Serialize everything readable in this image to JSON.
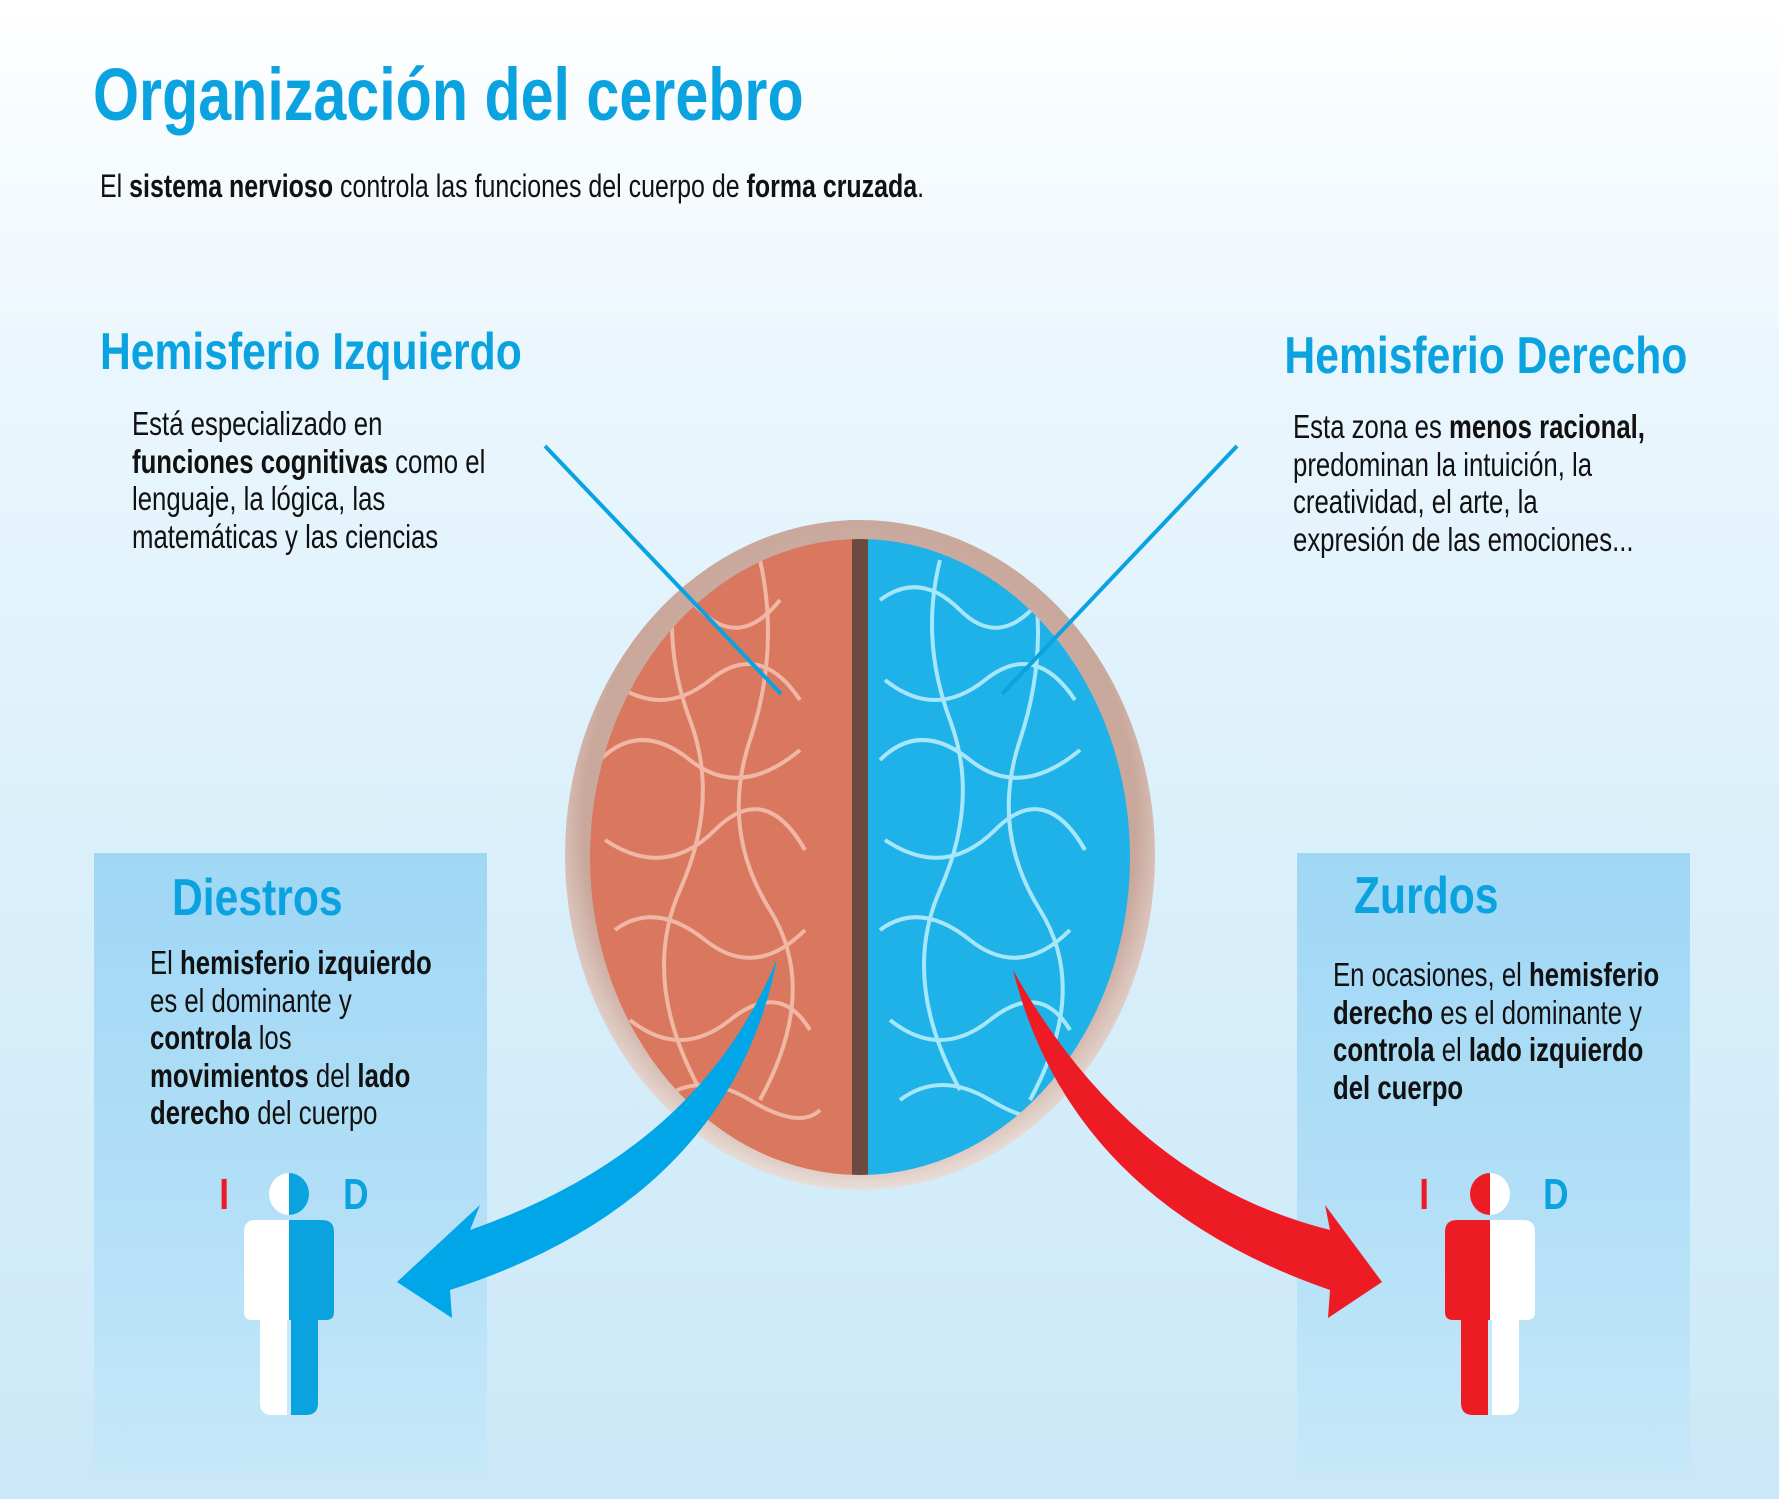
{
  "title": "Organización del cerebro",
  "subtitle": [
    [
      "El ",
      0
    ],
    [
      "sistema nervioso",
      1
    ],
    [
      " controla las funciones del cuerpo de ",
      0
    ],
    [
      "forma cruzada",
      1
    ],
    [
      ".",
      0
    ]
  ],
  "left_hemisphere": {
    "heading": "Hemisferio Izquierdo",
    "text": [
      [
        [
          "Está especializado en",
          0
        ]
      ],
      [
        [
          "funciones cognitivas",
          1
        ],
        [
          " como el",
          0
        ]
      ],
      [
        [
          "lenguaje, la lógica, las",
          0
        ]
      ],
      [
        [
          "matemáticas y las ciencias",
          0
        ]
      ]
    ]
  },
  "right_hemisphere": {
    "heading": "Hemisferio Derecho",
    "text": [
      [
        [
          "Esta zona es ",
          0
        ],
        [
          "menos racional,",
          1
        ]
      ],
      [
        [
          "predominan la intuición, la",
          0
        ]
      ],
      [
        [
          "creatividad, el arte, la",
          0
        ]
      ],
      [
        [
          "expresión de las emociones...",
          0
        ]
      ]
    ]
  },
  "right_handed": {
    "heading": "Diestros",
    "text": [
      [
        [
          "El ",
          0
        ],
        [
          "hemisferio izquierdo",
          1
        ]
      ],
      [
        [
          "es el dominante y",
          0
        ]
      ],
      [
        [
          "controla",
          1
        ],
        [
          " los",
          0
        ]
      ],
      [
        [
          "movimientos",
          1
        ],
        [
          " del ",
          0
        ],
        [
          "lado",
          1
        ]
      ],
      [
        [
          "derecho",
          1
        ],
        [
          " del cuerpo",
          0
        ]
      ]
    ],
    "left_letter": "I",
    "right_letter": "D"
  },
  "left_handed": {
    "heading": "Zurdos",
    "text": [
      [
        [
          "En ocasiones, el ",
          0
        ],
        [
          "hemisferio",
          1
        ]
      ],
      [
        [
          "derecho",
          1
        ],
        [
          " es el dominante y",
          0
        ]
      ],
      [
        [
          "controla",
          1
        ],
        [
          " el ",
          0
        ],
        [
          "lado izquierdo",
          1
        ]
      ],
      [
        [
          "del cuerpo",
          1
        ]
      ]
    ],
    "left_letter": "I",
    "right_letter": "D"
  },
  "colors": {
    "accent": "#0aa3e0",
    "red": "#ed1c24",
    "blue": "#0aa3e0",
    "box": "#a8dcf5"
  }
}
